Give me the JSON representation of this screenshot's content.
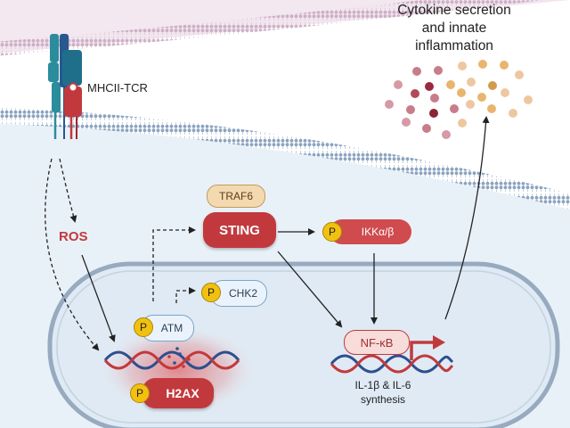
{
  "labels": {
    "cytokine_line1": "Cytokine secretion",
    "cytokine_line2": "and innate",
    "cytokine_line3": "inflammation",
    "receptor": "MHCII-TCR",
    "ros": "ROS",
    "traf6": "TRAF6",
    "sting": "STING",
    "ikk": "IKKα/β",
    "chk2": "CHK2",
    "atm": "ATM",
    "nfkb": "NF-κB",
    "h2ax": "H2AX",
    "synthesis_line1": "IL-1β & IL-6",
    "synthesis_line2": "synthesis",
    "phospho": "P"
  },
  "colors": {
    "upper_membrane_band": "#f1e6ef",
    "cytoplasm": "#e9f1f8",
    "membrane_edge": "#7f9ab8",
    "nucleus_fill": "#dfeaf4",
    "nucleus_border": "#97aac0",
    "accent_red": "#c2393d",
    "phospho_yellow": "#f2c10f",
    "ros_red": "#c2393d",
    "dna_blue": "#2c4f8f",
    "dna_red": "#c2393d",
    "receptor_teal": "#2b8c9c",
    "receptor_blue": "#27588f"
  },
  "icons": {
    "phospho": "yellow-circle-P",
    "promoter": "bent-arrow",
    "dna": "double-helix"
  }
}
